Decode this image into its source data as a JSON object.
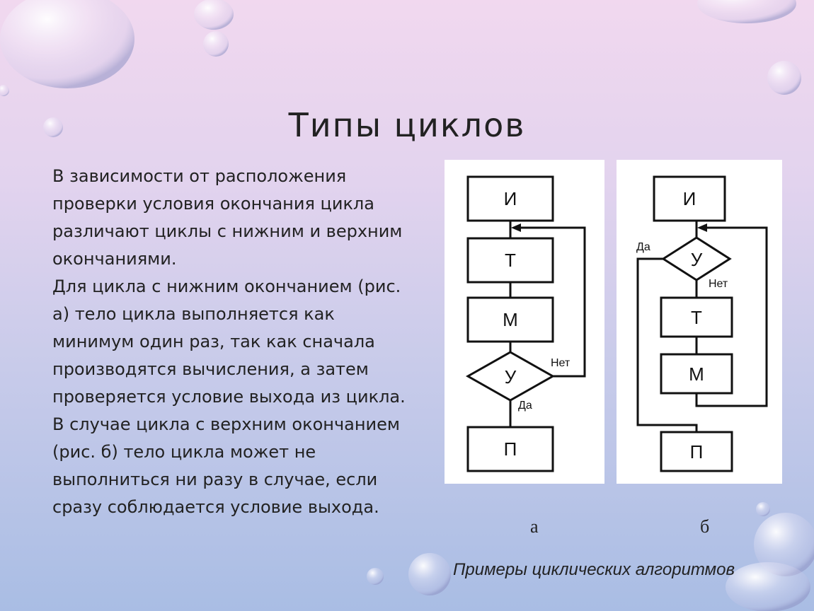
{
  "slide": {
    "title": "Типы циклов",
    "paragraphs": [
      "В зависимости от расположения проверки условия окончания цикла различают циклы с нижним и верхним окончаниями.",
      "Для цикла с нижним окончанием (рис.  а) тело цикла выполняется как минимум один раз, так как сначала производятся вычисления, а затем проверяется условие выхода из цикла.",
      "В случае цикла с верхним окончанием (рис. б) тело цикла может не выполниться ни разу в случае, если сразу соблюдается условие выхода."
    ],
    "figure_label_a": "а",
    "figure_label_b": "б",
    "caption": "Примеры циклических алгоритмов"
  },
  "diagram_a": {
    "start": "И",
    "body": "Т",
    "modify": "М",
    "condition": "У",
    "exit": "П",
    "no_label": "Нет",
    "yes_label": "Да"
  },
  "diagram_b": {
    "start": "И",
    "condition": "У",
    "body": "Т",
    "modify": "М",
    "exit": "П",
    "no_label": "Нет",
    "yes_label": "Да"
  }
}
